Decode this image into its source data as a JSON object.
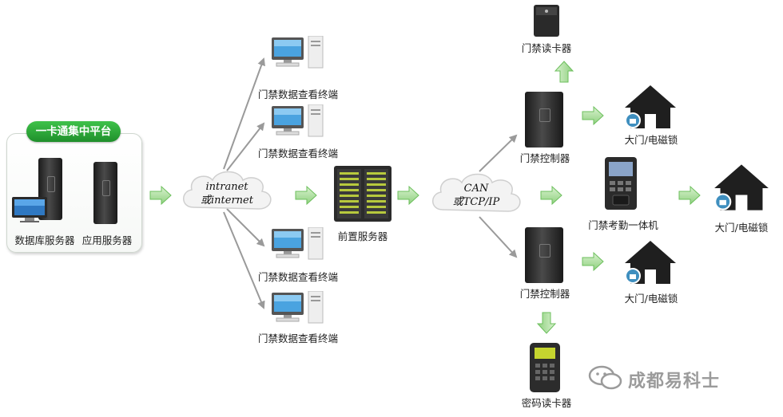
{
  "platform": {
    "title": "一卡通集中平台",
    "db_server": "数据库服务器",
    "app_server": "应用服务器"
  },
  "network": {
    "cloud1_line1": "intranet",
    "cloud1_line2": "或internet",
    "cloud2_line1": "CAN",
    "cloud2_line2": "或TCP/IP"
  },
  "terminals": [
    "门禁数据查看终端",
    "门禁数据查看终端",
    "门禁数据查看终端",
    "门禁数据查看终端"
  ],
  "front_server": "前置服务器",
  "controllers": [
    "门禁控制器",
    "门禁控制器"
  ],
  "card_reader": "门禁读卡器",
  "attendance": "门禁考勤一体机",
  "password_reader": "密码读卡器",
  "gates": [
    "大门/电磁锁",
    "大门/电磁锁",
    "大门/电磁锁"
  ],
  "watermark": "成都易科士",
  "colors": {
    "accent_green": "#2e9d3a",
    "arrow_green": "#7ec86e",
    "arrow_gray": "#9a9a9a"
  }
}
